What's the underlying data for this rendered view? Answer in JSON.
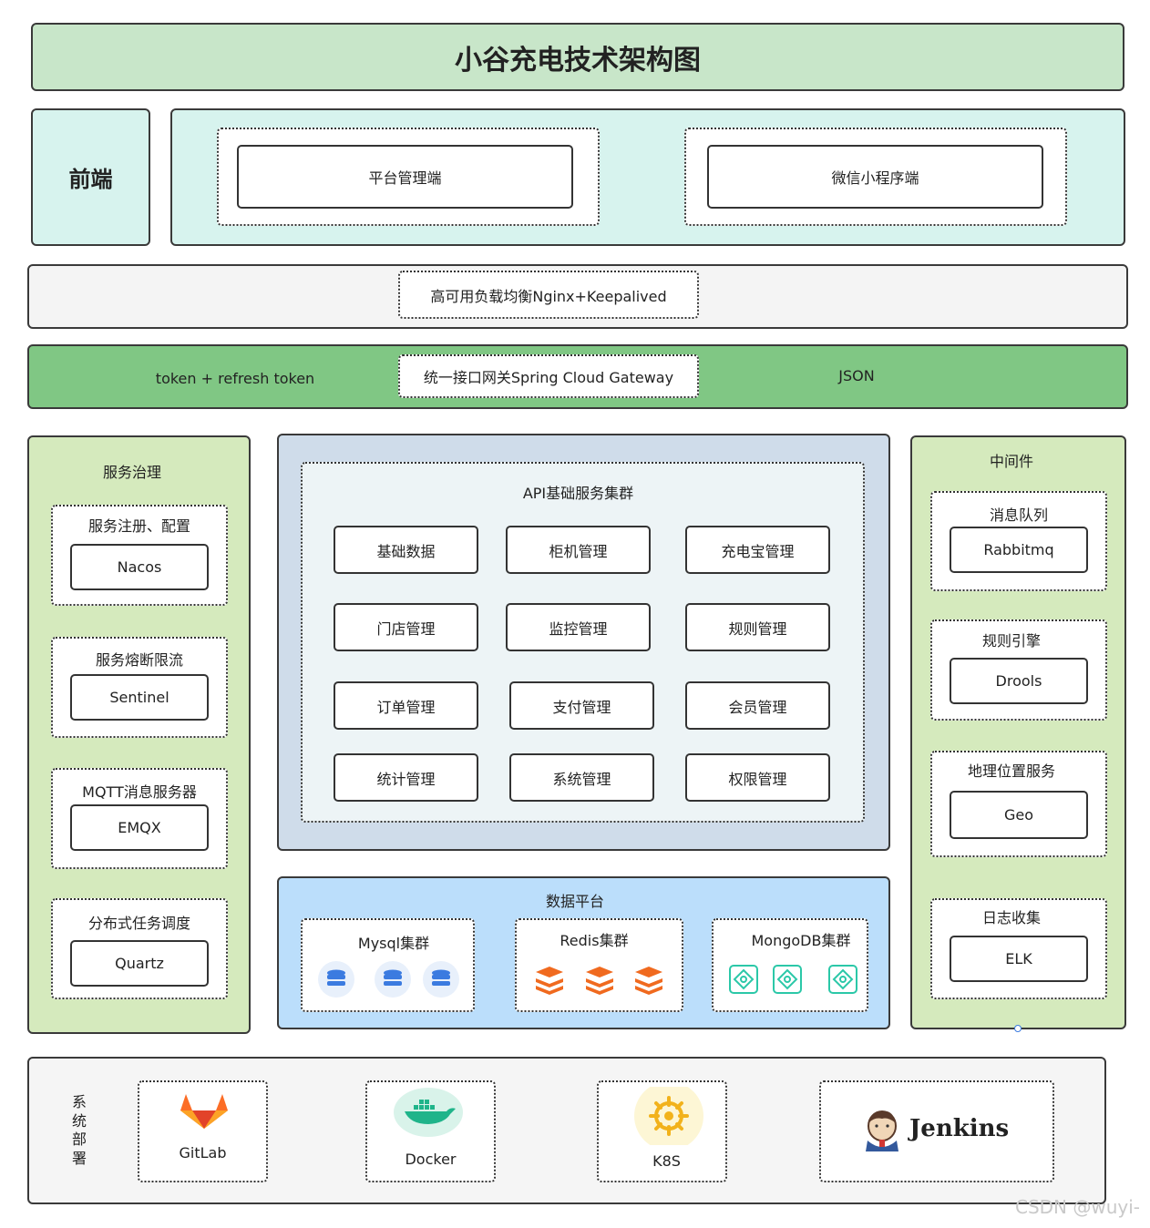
{
  "title": "小谷充电技术架构图",
  "frontend": {
    "label": "前端",
    "clients": [
      "平台管理端",
      "微信小程序端"
    ]
  },
  "load_balancer": "高可用负载均衡Nginx+Keepalived",
  "gateway": {
    "left": "token + refresh token",
    "center": "统一接口网关Spring Cloud Gateway",
    "right": "JSON"
  },
  "governance": {
    "title": "服务治理",
    "groups": [
      {
        "label": "服务注册、配置",
        "item": "Nacos"
      },
      {
        "label": "服务熔断限流",
        "item": "Sentinel"
      },
      {
        "label": "MQTT消息服务器",
        "item": "EMQX"
      },
      {
        "label": "分布式任务调度",
        "item": "Quartz"
      }
    ]
  },
  "api_cluster": {
    "title": "API基础服务集群",
    "services": [
      "基础数据",
      "柜机管理",
      "充电宝管理",
      "门店管理",
      "监控管理",
      "规则管理",
      "订单管理",
      "支付管理",
      "会员管理",
      "统计管理",
      "系统管理",
      "权限管理"
    ]
  },
  "data_platform": {
    "title": "数据平台",
    "clusters": [
      "Mysql集群",
      "Redis集群",
      "MongoDB集群"
    ]
  },
  "middleware": {
    "title": "中间件",
    "groups": [
      {
        "label": "消息队列",
        "item": "Rabbitmq"
      },
      {
        "label": "规则引擎",
        "item": "Drools"
      },
      {
        "label": "地理位置服务",
        "item": "Geo"
      },
      {
        "label": "日志收集",
        "item": "ELK"
      }
    ]
  },
  "deploy": {
    "label": "系统部署",
    "label_chars": [
      "系",
      "统",
      "部",
      "署"
    ],
    "tools": [
      "GitLab",
      "Docker",
      "K8S",
      "Jenkins"
    ]
  },
  "watermark": "CSDN @wuyi-",
  "colors": {
    "title_bg": "#c8e6c9",
    "frontend_bg": "#d7f3ee",
    "gateway_bg": "#80c784",
    "side_bg": "#d5eabd",
    "api_bg": "#cfdcea",
    "api_inner_bg": "#edf4f6",
    "data_bg": "#bbdefb",
    "deploy_bg": "#f5f5f5"
  }
}
